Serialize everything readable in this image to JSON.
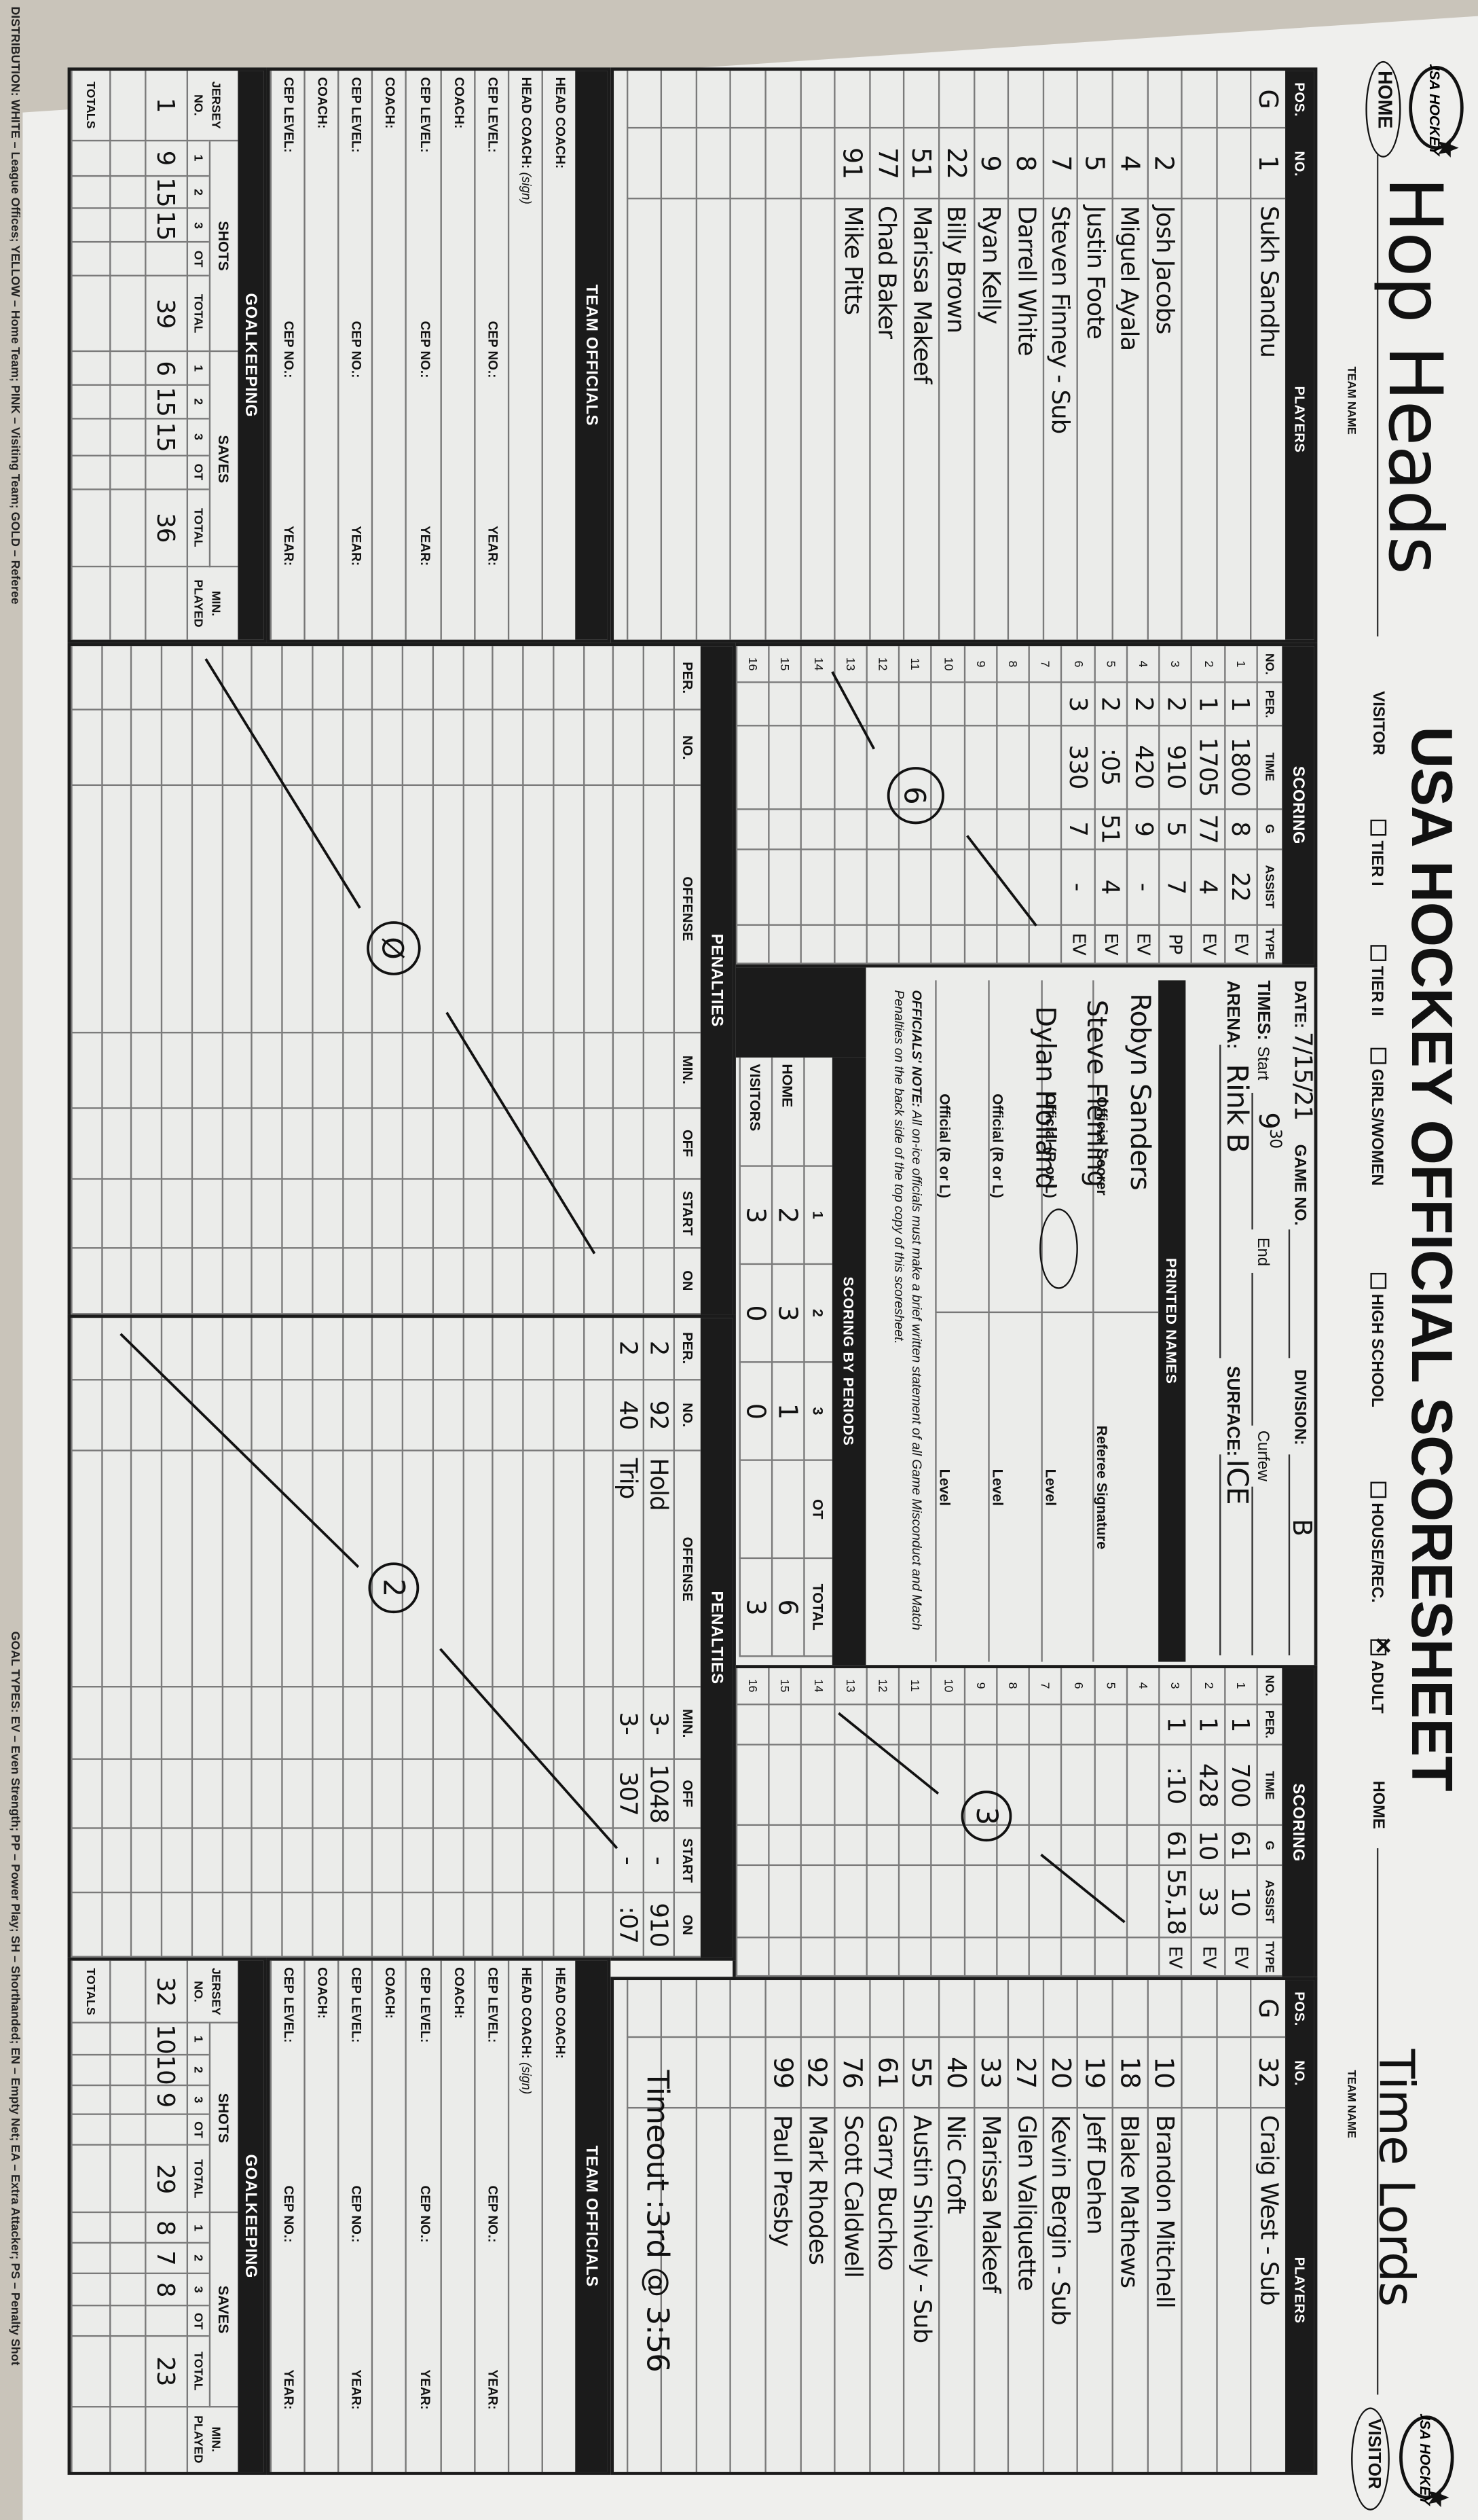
{
  "title": "USA HOCKEY OFFICIAL SCORESHEET",
  "logo_text": "USA HOCKEY",
  "categories": {
    "visitor_label": "VISITOR",
    "home_label": "HOME",
    "items": [
      {
        "label": "TIER I",
        "checked": false
      },
      {
        "label": "TIER II",
        "checked": false
      },
      {
        "label": "GIRLS/WOMEN",
        "checked": false
      },
      {
        "label": "HIGH SCHOOL",
        "checked": false
      },
      {
        "label": "HOUSE/REC.",
        "checked": false
      },
      {
        "label": "ADULT",
        "checked": true
      }
    ]
  },
  "labels": {
    "team_name": "TEAM NAME",
    "players_header": {
      "pos": "POS.",
      "no": "NO.",
      "players": "PLAYERS"
    },
    "scoring_title": "SCORING",
    "scoring_cols": [
      "NO.",
      "PER.",
      "TIME",
      "G",
      "ASSIST",
      "TYPE"
    ],
    "scoring_row_numbers": [
      "1",
      "2",
      "3",
      "4",
      "5",
      "6",
      "7",
      "8",
      "9",
      "10",
      "11",
      "12",
      "13",
      "14",
      "15",
      "16"
    ],
    "penalties_title": "PENALTIES",
    "penalty_cols": [
      "PER.",
      "NO.",
      "OFFENSE",
      "MIN.",
      "OFF",
      "START",
      "ON"
    ],
    "team_officials_title": "TEAM OFFICIALS",
    "team_officials": [
      {
        "label": "HEAD COACH:"
      },
      {
        "label": "HEAD COACH:",
        "note": "(sign)"
      },
      {
        "label": "CEP LEVEL:",
        "cep": "CEP NO.:",
        "year": "YEAR:"
      },
      {
        "label": "COACH:"
      },
      {
        "label": "CEP LEVEL:",
        "cep": "CEP NO.:",
        "year": "YEAR:"
      },
      {
        "label": "COACH:"
      },
      {
        "label": "CEP LEVEL:",
        "cep": "CEP NO.:",
        "year": "YEAR:"
      },
      {
        "label": "COACH:"
      },
      {
        "label": "CEP LEVEL:",
        "cep": "CEP NO.:",
        "year": "YEAR:"
      }
    ],
    "goalkeeping_title": "GOALKEEPING",
    "gk": {
      "jersey": "JERSEY",
      "no": "NO.",
      "shots": "SHOTS",
      "saves": "SAVES",
      "min": "MIN.",
      "played": "PLAYED",
      "totals": "TOTALS",
      "cols": [
        "1",
        "2",
        "3",
        "OT",
        "TOTAL"
      ]
    }
  },
  "home": {
    "side_label": "HOME",
    "team_name": "Hop Heads",
    "players": [
      {
        "pos": "G",
        "no": "1",
        "name": "Sukh Sandhu"
      },
      {
        "pos": "",
        "no": "2",
        "name": "Josh Jacobs"
      },
      {
        "pos": "",
        "no": "4",
        "name": "Miguel Ayala"
      },
      {
        "pos": "",
        "no": "5",
        "name": "Justin Foote"
      },
      {
        "pos": "",
        "no": "7",
        "name": "Steven Finney - Sub"
      },
      {
        "pos": "",
        "no": "8",
        "name": "Darrell White"
      },
      {
        "pos": "",
        "no": "9",
        "name": "Ryan Kelly"
      },
      {
        "pos": "",
        "no": "22",
        "name": "Billy Brown"
      },
      {
        "pos": "",
        "no": "51",
        "name": "Marissa Makeef"
      },
      {
        "pos": "",
        "no": "77",
        "name": "Chad Baker"
      },
      {
        "pos": "",
        "no": "91",
        "name": "Mike Pitts"
      }
    ],
    "scoring": [
      {
        "per": "1",
        "time": "1800",
        "g": "8",
        "assist": "22",
        "type": "EV"
      },
      {
        "per": "1",
        "time": "1705",
        "g": "77",
        "assist": "4",
        "type": "EV"
      },
      {
        "per": "2",
        "time": "910",
        "g": "5",
        "assist": "7",
        "type": "PP"
      },
      {
        "per": "2",
        "time": "420",
        "g": "9",
        "assist": "-",
        "type": "EV"
      },
      {
        "per": "2",
        "time": ":05",
        "g": "51",
        "assist": "4",
        "type": "EV"
      },
      {
        "per": "3",
        "time": "330",
        "g": "7",
        "assist": "-",
        "type": "EV"
      }
    ],
    "scoring_count": "6",
    "penalties": [],
    "penalty_count": "Ø",
    "goalkeeping": {
      "jersey": "1",
      "shots": [
        "9",
        "15",
        "15",
        "",
        "39"
      ],
      "saves": [
        "6",
        "15",
        "15",
        "",
        "36"
      ],
      "min_played": ""
    }
  },
  "visitor": {
    "side_label": "VISITOR",
    "team_name": "Time Lords",
    "players": [
      {
        "pos": "G",
        "no": "32",
        "name": "Craig West - Sub"
      },
      {
        "pos": "",
        "no": "10",
        "name": "Brandon Mitchell"
      },
      {
        "pos": "",
        "no": "18",
        "name": "Blake Mathews"
      },
      {
        "pos": "",
        "no": "19",
        "name": "Jeff Dehen"
      },
      {
        "pos": "",
        "no": "20",
        "name": "Kevin Bergin - Sub"
      },
      {
        "pos": "",
        "no": "27",
        "name": "Glen Valiquette"
      },
      {
        "pos": "",
        "no": "33",
        "name": "Marissa Makeef"
      },
      {
        "pos": "",
        "no": "40",
        "name": "Nic Croft"
      },
      {
        "pos": "",
        "no": "55",
        "name": "Austin Shively - Sub"
      },
      {
        "pos": "",
        "no": "61",
        "name": "Garry Buchko"
      },
      {
        "pos": "",
        "no": "76",
        "name": "Scott Caldwell"
      },
      {
        "pos": "",
        "no": "92",
        "name": "Mark Rhodes"
      },
      {
        "pos": "",
        "no": "99",
        "name": "Paul Presby"
      }
    ],
    "timeout_note": "Timeout :3rd @ 3:56",
    "scoring": [
      {
        "per": "1",
        "time": "700",
        "g": "61",
        "assist": "10",
        "type": "EV"
      },
      {
        "per": "1",
        "time": "428",
        "g": "10",
        "assist": "33",
        "type": "EV"
      },
      {
        "per": "1",
        "time": ":10",
        "g": "61",
        "assist": "55,18",
        "type": "EV"
      }
    ],
    "scoring_count": "3",
    "penalties": [
      {
        "per": "2",
        "no": "92",
        "offense": "Hold",
        "min": "3-",
        "off": "1048",
        "start": "-",
        "on": "910"
      },
      {
        "per": "2",
        "no": "40",
        "offense": "Trip",
        "min": "3-",
        "off": "307",
        "start": "-",
        "on": ":07"
      }
    ],
    "penalty_count": "2",
    "goalkeeping": {
      "jersey": "32",
      "shots": [
        "10",
        "10",
        "9",
        "",
        "29"
      ],
      "saves": [
        "8",
        "7",
        "8",
        "",
        "23"
      ],
      "min_played": ""
    }
  },
  "game_info": {
    "date_label": "DATE:",
    "date": "7/15/21",
    "game_no_label": "GAME NO.",
    "game_no": "",
    "division_label": "DIVISION:",
    "division": "B",
    "times_label": "TIMES:",
    "start_label": "Start",
    "start_hour": "9",
    "start_min": "30",
    "end_label": "End",
    "curfew_label": "Curfew",
    "arena_label": "ARENA:",
    "arena": "Rink B",
    "surface_label": "SURFACE:",
    "surface": "ICE"
  },
  "printed_names": {
    "title": "PRINTED NAMES",
    "rows": [
      {
        "name": "Robyn Sanders",
        "left_label": "Official Scorer",
        "right_label": "Referee Signature"
      },
      {
        "name": "Steve Fleming",
        "left_label": "Official (R or L)",
        "right_label": "Level"
      },
      {
        "name": "Dylan Holland",
        "left_label": "Official (R or L)",
        "right_label": "Level"
      },
      {
        "name": "",
        "left_label": "Official (R or L)",
        "right_label": "Level"
      }
    ]
  },
  "officials_note": {
    "lead": "OFFICIALS' NOTE:",
    "text": " All on-ice officials must make a brief written statement of all Game Misconduct and Match Penalties on the back side of the top copy of this scoresheet."
  },
  "scoring_by_periods": {
    "title": "SCORING BY PERIODS",
    "headers": [
      "1",
      "2",
      "3",
      "OT",
      "TOTAL"
    ],
    "rows": [
      {
        "label": "HOME",
        "values": [
          "2",
          "3",
          "1",
          "",
          "6"
        ]
      },
      {
        "label": "VISITORS",
        "values": [
          "3",
          "0",
          "0",
          "",
          "3"
        ]
      }
    ]
  },
  "footer": {
    "distribution": "DISTRIBUTION: WHITE – League Offices; YELLOW – Home Team; PINK – Visiting Team; GOLD – Referee",
    "goal_types": "GOAL TYPES: EV – Even Strength; PP – Power Play; SH – Shorthanded; EN – Empty Net; EA – Extra Attacker; PS – Penalty Shot"
  }
}
